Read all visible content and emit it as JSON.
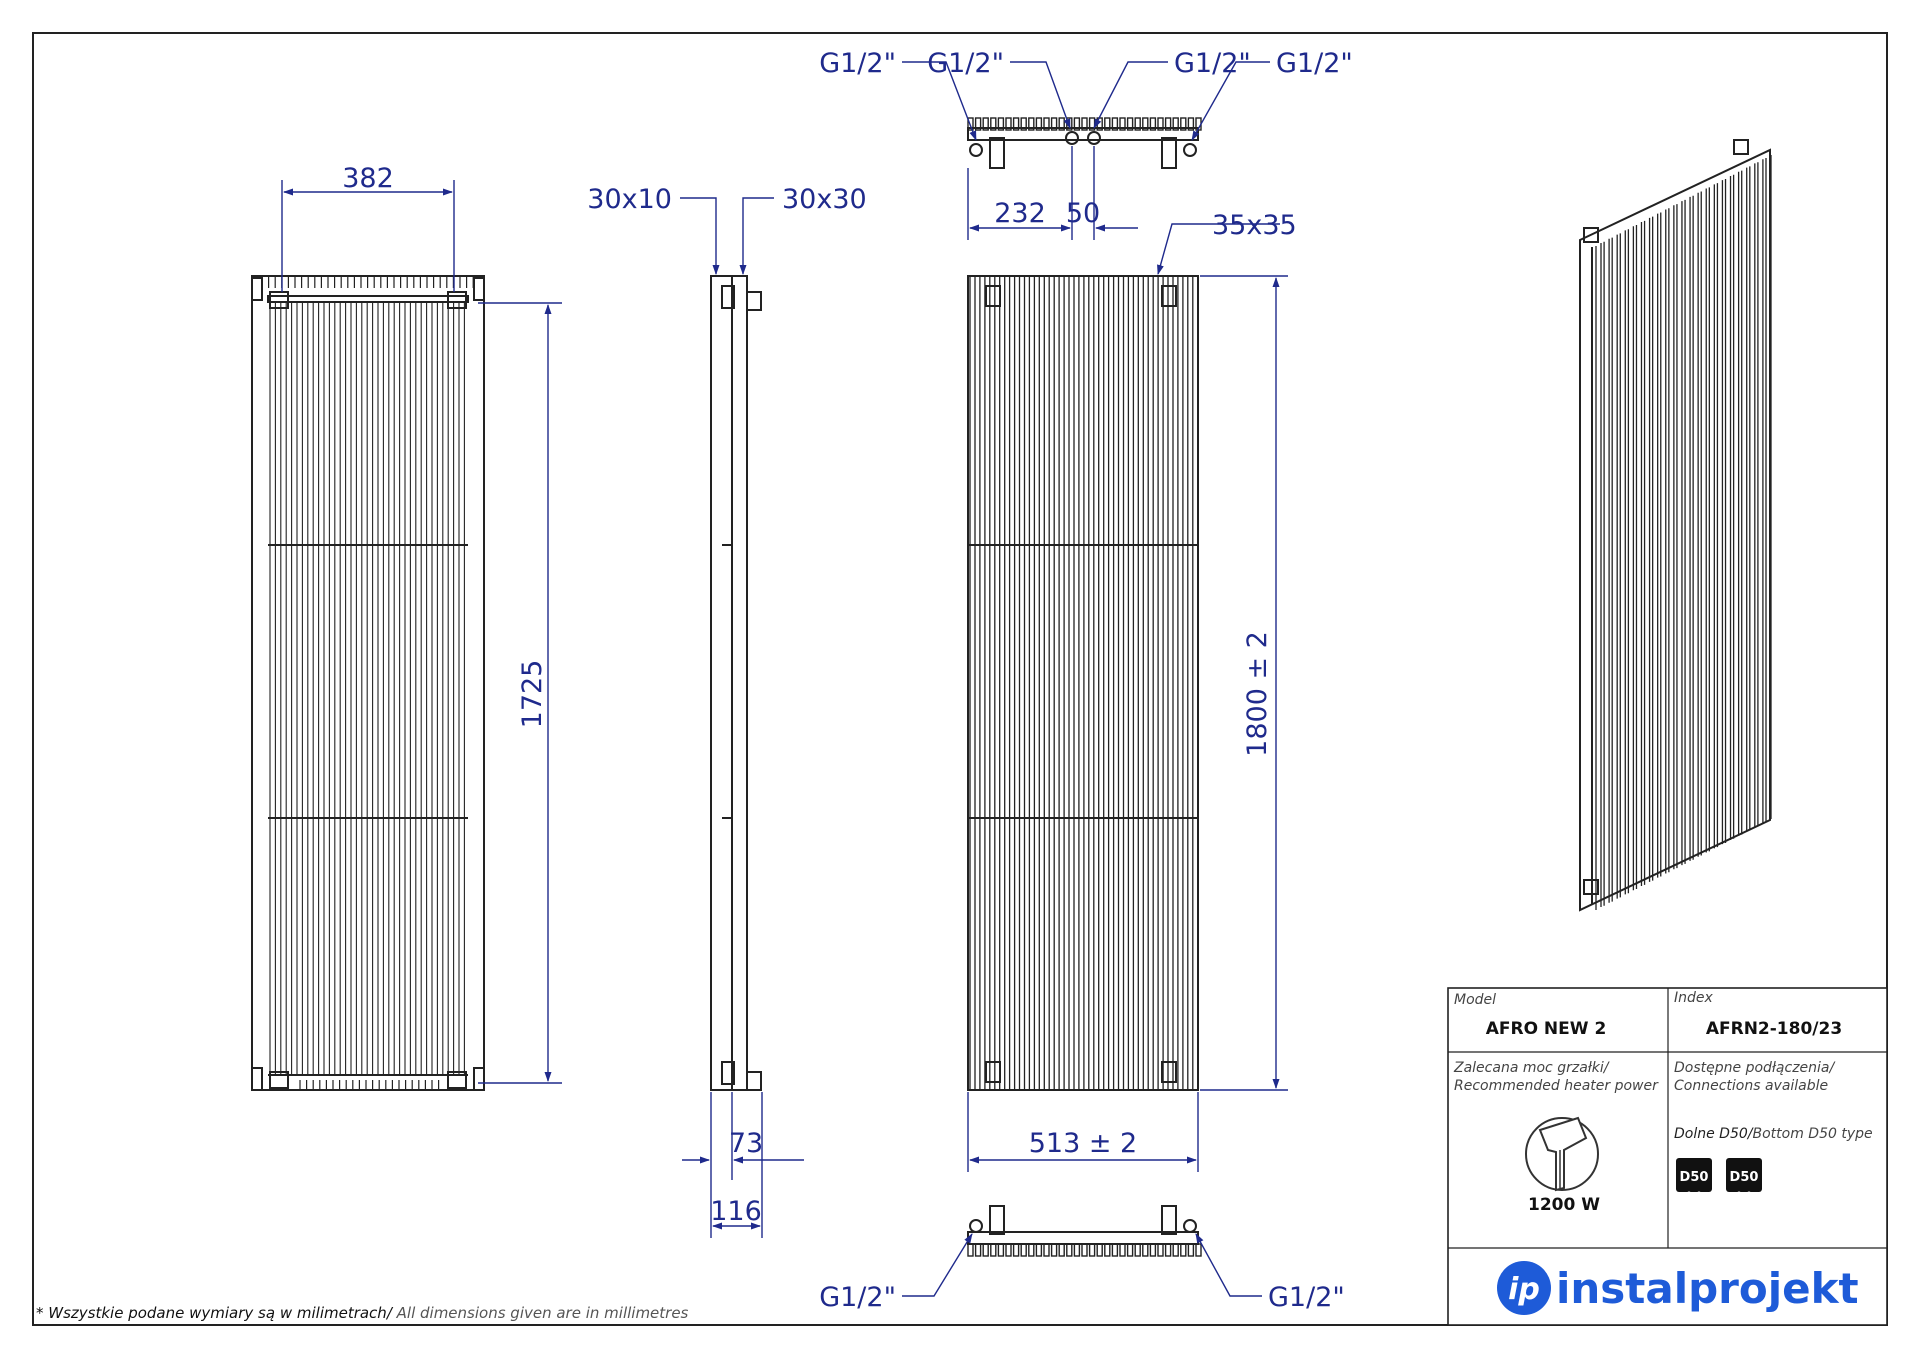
{
  "dimensions": {
    "front_width": "382",
    "front_height": "1725",
    "side_tube_left": "30x10",
    "side_tube_right": "30x30",
    "side_depth_small": "73",
    "side_depth_large": "116",
    "top_spacing": "232",
    "top_center": "50",
    "tube_section": "35x35",
    "total_height": "1800 ± 2",
    "total_width": "513 ± 2"
  },
  "connections": {
    "top": [
      "G1/2\"",
      "G1/2\"",
      "G1/2\"",
      "G1/2\""
    ],
    "bottom": [
      "G1/2\"",
      "G1/2\""
    ]
  },
  "title_block": {
    "model_caption": "Model",
    "model_value": "AFRO NEW 2",
    "index_caption": "Index",
    "index_value": "AFRN2-180/23",
    "heater_caption_pl": "Zalecana moc grzałki/",
    "heater_caption_en": "Recommended heater power",
    "heater_value": "1200 W",
    "connections_caption_pl": "Dostępne podłączenia/",
    "connections_caption_en": "Connections available",
    "bottom_type_pl": "Dolne D50/",
    "bottom_type_en": "Bottom D50 type",
    "badges": [
      "D50",
      "D50"
    ]
  },
  "brand": {
    "logo_mark": "ip",
    "name": "instalprojekt",
    "color": "#1e5bd8"
  },
  "footnote": {
    "pl": "* Wszystkie podane wymiary są w milimetrach/",
    "en": " All dimensions given are in millimetres"
  },
  "colors": {
    "dimension": "#1f2a8c",
    "line": "#222222"
  }
}
